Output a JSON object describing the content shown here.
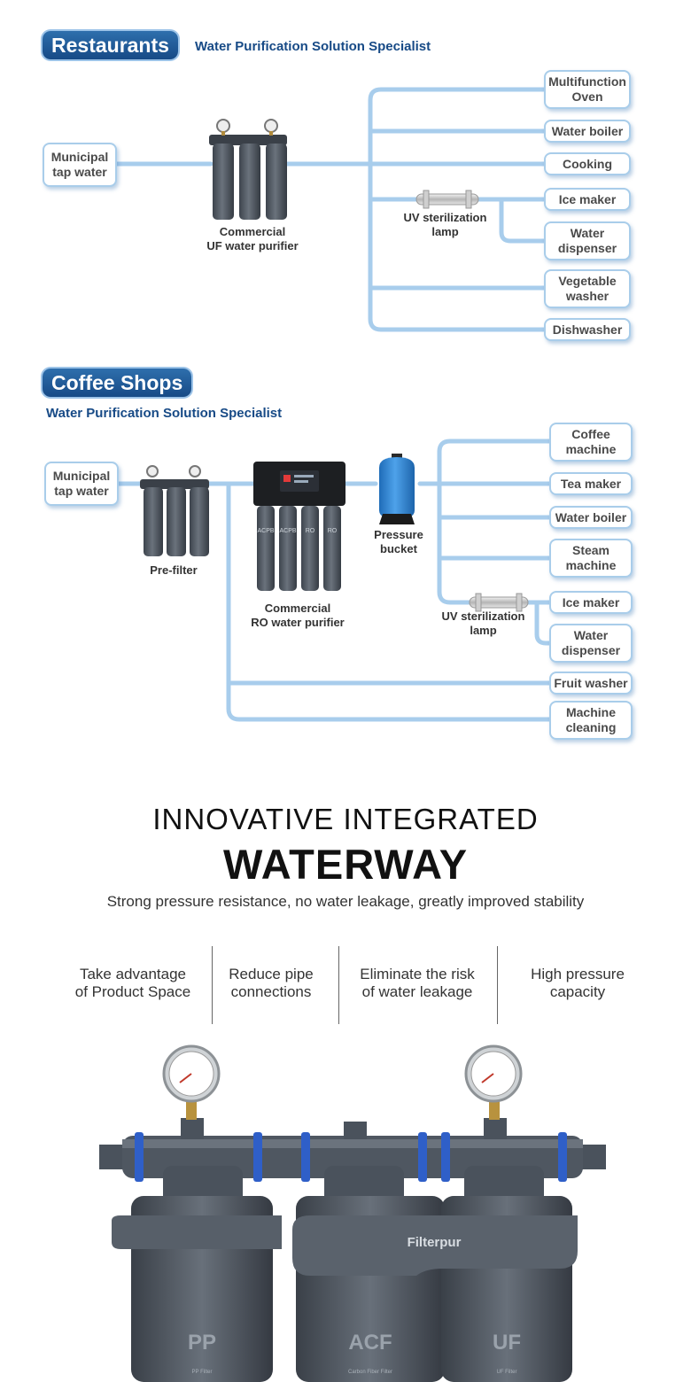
{
  "restaurants": {
    "badge": "Restaurants",
    "tagline": "Water Purification Solution Specialist",
    "source": [
      "Municipal",
      "tap water"
    ],
    "purifier_label": [
      "Commercial",
      "UF water purifier"
    ],
    "uv_label": [
      "UV sterilization",
      "lamp"
    ],
    "outputs": [
      [
        "Multifunction",
        "Oven"
      ],
      [
        "Water boiler"
      ],
      [
        "Cooking"
      ],
      [
        "Ice maker"
      ],
      [
        "Water",
        "dispenser"
      ],
      [
        "Vegetable",
        "washer"
      ],
      [
        "Dishwasher"
      ]
    ]
  },
  "coffee": {
    "badge": "Coffee Shops",
    "tagline": "Water Purification Solution Specialist",
    "source": [
      "Municipal",
      "tap water"
    ],
    "prefilter_label": "Pre-filter",
    "ro_label": [
      "Commercial",
      "RO water purifier"
    ],
    "ro_filters": [
      "ACPB",
      "ACPB",
      "RO",
      "RO"
    ],
    "tank_label": [
      "Pressure",
      "bucket"
    ],
    "uv_label": [
      "UV sterilization",
      "lamp"
    ],
    "outputs": [
      [
        "Coffee",
        "machine"
      ],
      [
        "Tea maker"
      ],
      [
        "Water boiler"
      ],
      [
        "Steam",
        "machine"
      ],
      [
        "Ice maker"
      ],
      [
        "Water",
        "dispenser"
      ],
      [
        "Fruit washer"
      ],
      [
        "Machine",
        "cleaning"
      ]
    ]
  },
  "feature": {
    "title_line1": "INNOVATIVE INTEGRATED",
    "title_line2": "WATERWAY",
    "subtitle": "Strong pressure resistance, no water leakage, greatly improved stability",
    "points": [
      [
        "Take advantage",
        "of Product Space"
      ],
      [
        "Reduce pipe",
        "connections"
      ],
      [
        "Eliminate the risk",
        "of water leakage"
      ],
      [
        "High pressure",
        "capacity"
      ]
    ],
    "brand": "Filterpur",
    "filters": [
      "PP",
      "ACF",
      "UF"
    ],
    "filter_captions": [
      "PP Filter",
      "Carbon Fiber Filter",
      "UF Filter"
    ]
  },
  "colors": {
    "pipe": "#a8cdec",
    "badge": "#1d5596",
    "housing": "#4d5560",
    "tank": "#2f86d6"
  }
}
